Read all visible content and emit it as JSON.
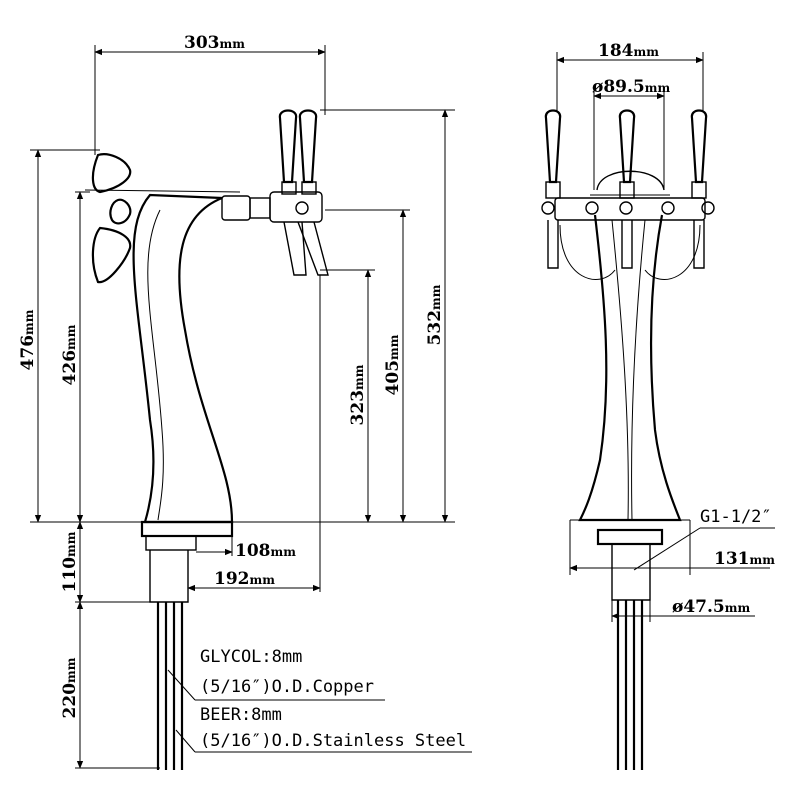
{
  "side_view": {
    "dims": {
      "width_top": "303",
      "height_476": "476",
      "height_426": "426",
      "height_532": "532",
      "height_405": "405",
      "height_323": "323",
      "base_108": "108",
      "reach_192": "192",
      "shank_110": "110",
      "lines_220": "220"
    },
    "notes": {
      "glycol": "GLYCOL:8mm",
      "glycol_spec": "(5/16″)O.D.Copper",
      "beer": "BEER:8mm",
      "beer_spec": "(5/16″)O.D.Stainless Steel"
    }
  },
  "front_view": {
    "dims": {
      "width_184": "184",
      "dia_89": "ø89.5",
      "thread": "G1-1/2″",
      "base_131": "131",
      "dia_47": "ø47.5"
    }
  },
  "unit": "mm"
}
